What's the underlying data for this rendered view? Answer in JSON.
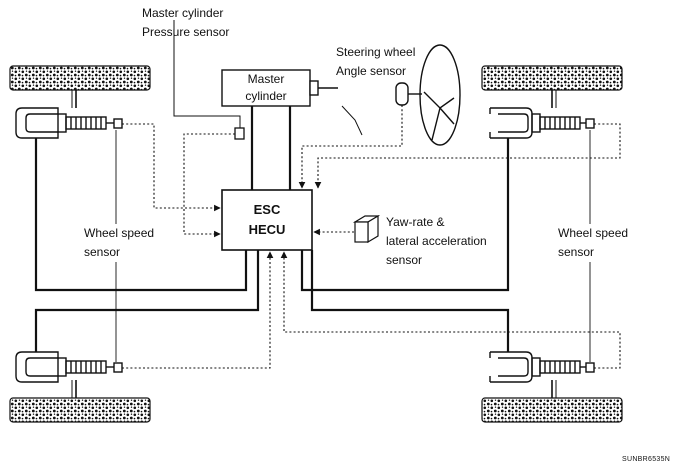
{
  "labels": {
    "master_cylinder_pressure_sensor": [
      "Master cylinder",
      "Pressure sensor"
    ],
    "master_cylinder": [
      "Master",
      "cylinder"
    ],
    "steering_wheel_angle_sensor": [
      "Steering wheel",
      "Angle sensor"
    ],
    "esc_hecu": [
      "ESC",
      "HECU"
    ],
    "yaw_rate_sensor": [
      "Yaw-rate &",
      "lateral acceleration",
      "sensor"
    ],
    "wheel_speed_sensor_left": [
      "Wheel speed",
      "sensor"
    ],
    "wheel_speed_sensor_right": [
      "Wheel speed",
      "sensor"
    ]
  },
  "figure_code": "SUNBR6535N"
}
